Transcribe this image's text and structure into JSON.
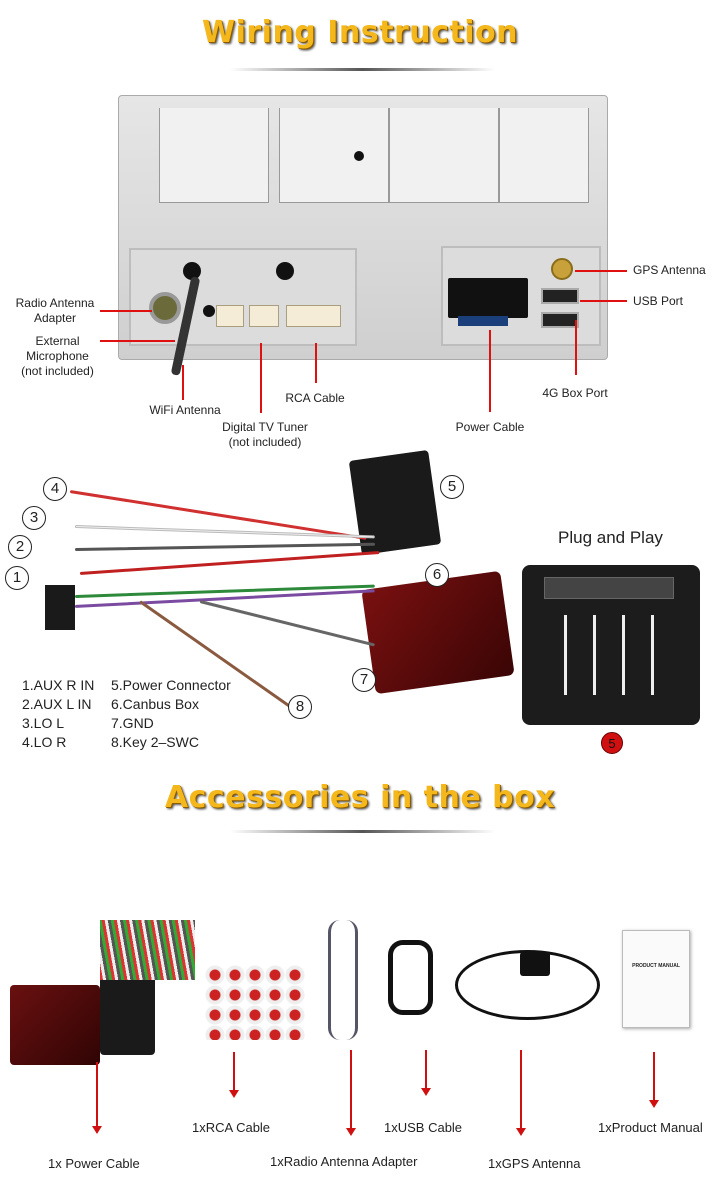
{
  "titles": {
    "wiring": "Wiring Instruction",
    "accessories": "Accessories in the box",
    "plug": "Plug and Play"
  },
  "unit_labels": {
    "radio_antenna": "Radio Antenna Adapter",
    "ext_mic": "External Microphone",
    "ext_mic_note": "(not included)",
    "wifi": "WiFi Antenna",
    "dtv": "Digital TV Tuner",
    "dtv_note": "(not included)",
    "rca": "RCA Cable",
    "power": "Power Cable",
    "gps": "GPS Antenna",
    "usb": "USB Port",
    "box4g": "4G Box Port"
  },
  "harness_numbers": [
    "1",
    "2",
    "3",
    "4",
    "5",
    "6",
    "7",
    "8"
  ],
  "legend_left": [
    "1.AUX R IN",
    "2.AUX L IN",
    "3.LO L",
    "4.LO R"
  ],
  "legend_right": [
    "5.Power Connector",
    "6.Canbus Box",
    "7.GND",
    "8.Key 2–SWC"
  ],
  "plug_badge": "5",
  "accessories": [
    "1x Power Cable",
    "1xRCA Cable",
    "1xRadio Antenna Adapter",
    "1xUSB Cable",
    "1xGPS Antenna",
    "1xProduct Manual"
  ],
  "manual_cover": "PRODUCT MANUAL",
  "colors": {
    "title": "#f5b81c",
    "pointer": "#e01010"
  }
}
